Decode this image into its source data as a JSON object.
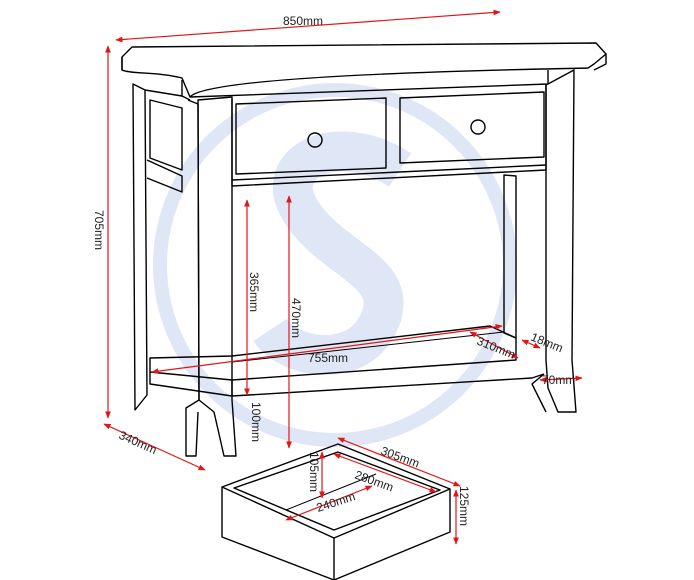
{
  "colors": {
    "dimension_line": "#e0161a",
    "outline": "#000000",
    "watermark": "#dfe6f5",
    "background": "#ffffff"
  },
  "dimensions": {
    "width": "850mm",
    "height": "705mm",
    "depth": "340mm",
    "shelf_width": "755mm",
    "shelf_depth": "310mm",
    "clearance_under_drawer": "365mm",
    "clearance_under_top": "470mm",
    "shelf_height": "100mm",
    "side_rail": "18mm",
    "leg": "70mm",
    "drawer_outer_width": "305mm",
    "drawer_inner_width": "280mm",
    "drawer_inner_depth": "240mm",
    "drawer_inner_height": "105mm",
    "drawer_outer_height": "125mm"
  }
}
